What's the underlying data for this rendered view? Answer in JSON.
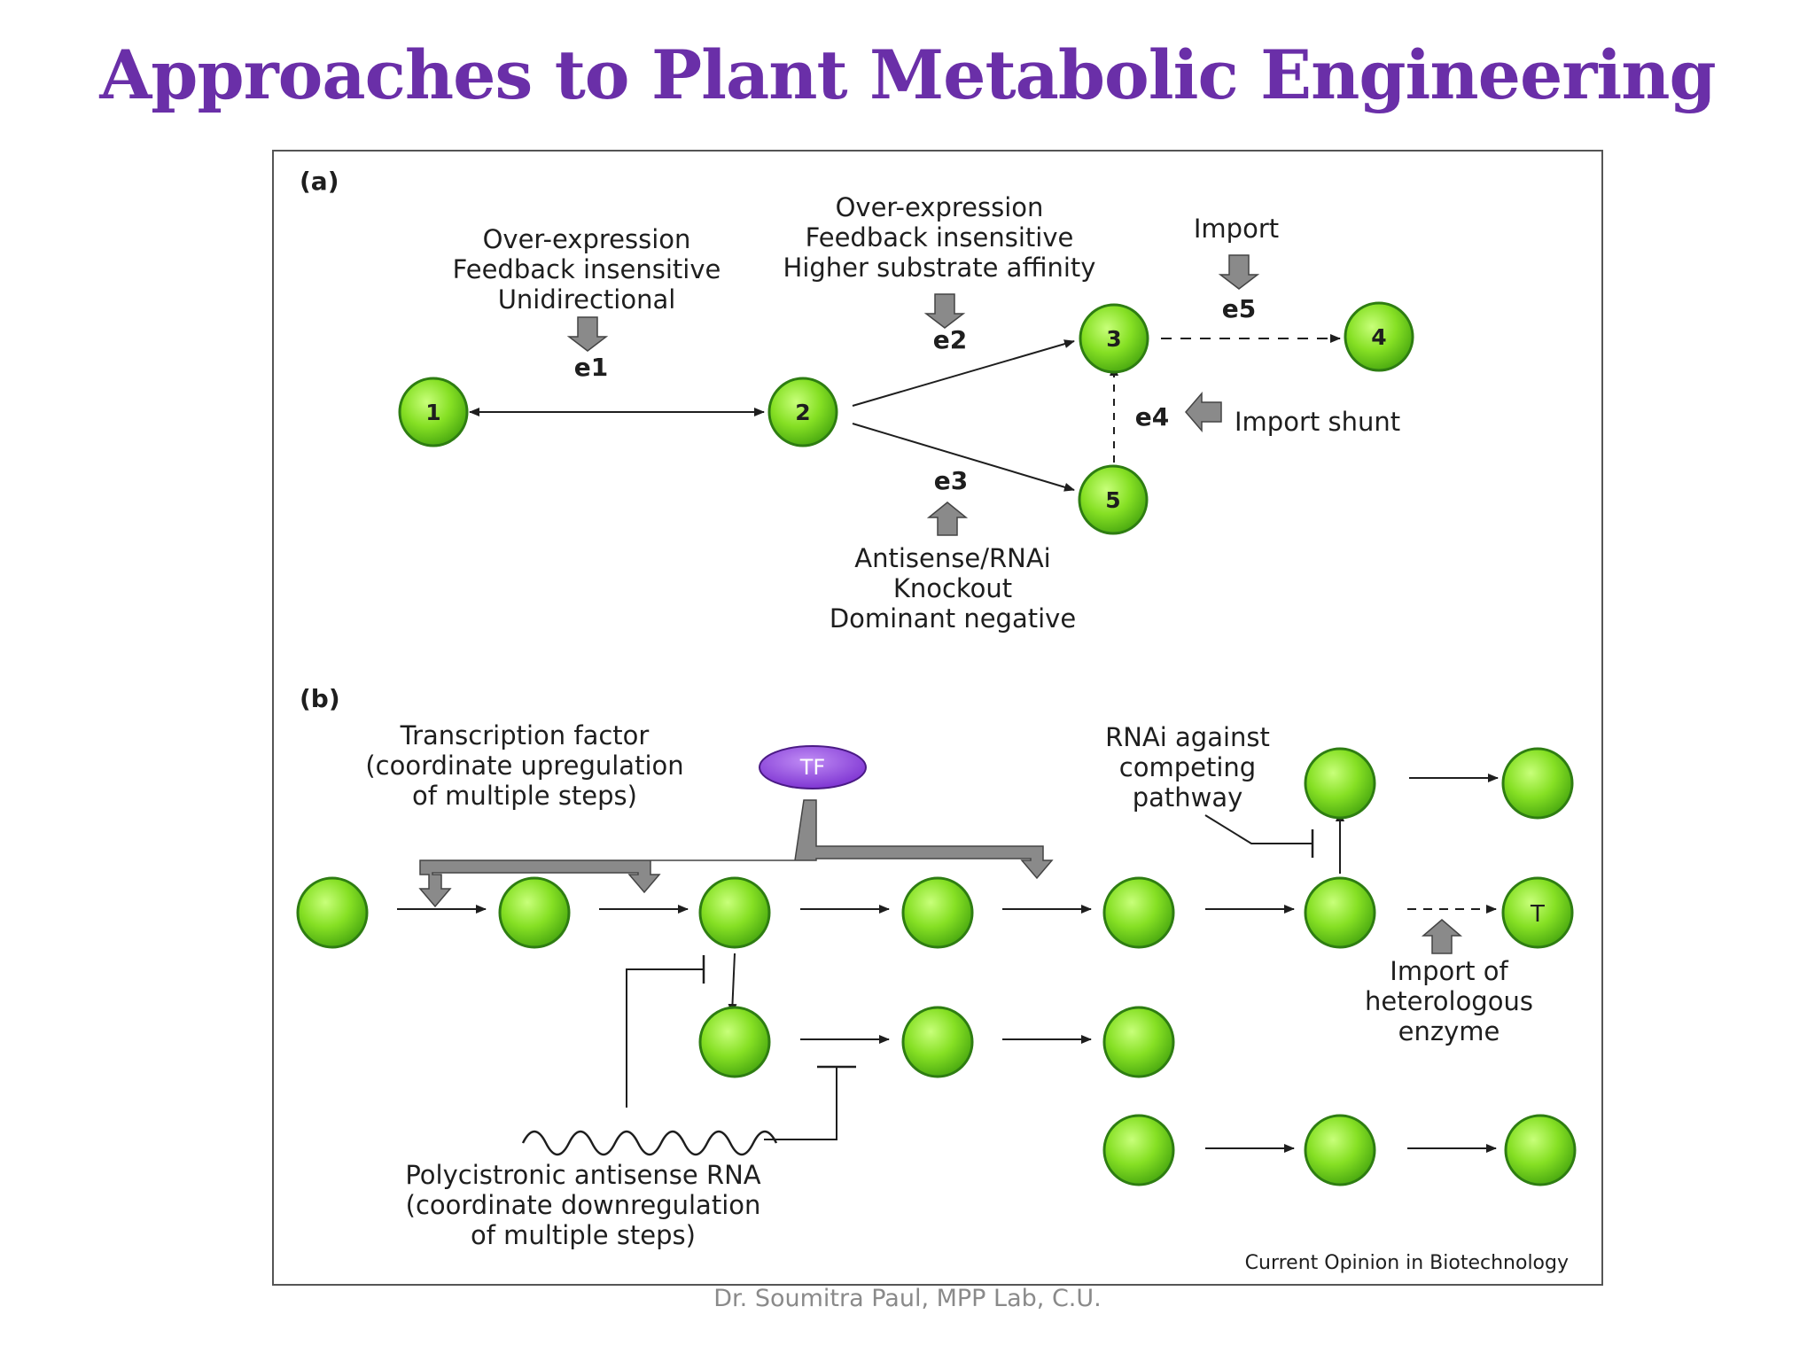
{
  "slide": {
    "title": "Approaches to Plant Metabolic Engineering",
    "footer": "Dr. Soumitra Paul, MPP Lab, C.U."
  },
  "colors": {
    "title": "#6a2fa8",
    "node_fill": "#8ee62a",
    "node_stroke": "#2e7d12",
    "tf_fill": "#9b4ee0",
    "arrow_block": "#8a8a8a"
  },
  "figure": {
    "panel_a": {
      "label": "(a)",
      "nodes": [
        "1",
        "2",
        "3",
        "4",
        "5"
      ],
      "enzymes": [
        "e1",
        "e2",
        "e3",
        "e4",
        "e5"
      ],
      "e1_notes": [
        "Over-expression",
        "Feedback insensitive",
        "Unidirectional"
      ],
      "e2_notes": [
        "Over-expression",
        "Feedback insensitive",
        "Higher substrate affinity"
      ],
      "e3_notes": [
        "Antisense/RNAi",
        "Knockout",
        "Dominant negative"
      ],
      "e4_note": "Import shunt",
      "e5_note": "Import"
    },
    "panel_b": {
      "label": "(b)",
      "tf_label": "TF",
      "tf_notes": [
        "Transcription factor",
        "(coordinate upregulation",
        "of multiple steps)"
      ],
      "rnai_notes": [
        "RNAi against",
        "competing",
        "pathway"
      ],
      "import_notes": [
        "Import of",
        "heterologous",
        "enzyme"
      ],
      "antisense_notes": [
        "Polycistronic antisense RNA",
        "(coordinate downregulation",
        "of multiple steps)"
      ],
      "terminal_node_label": "T"
    },
    "source": "Current Opinion in Biotechnology"
  }
}
